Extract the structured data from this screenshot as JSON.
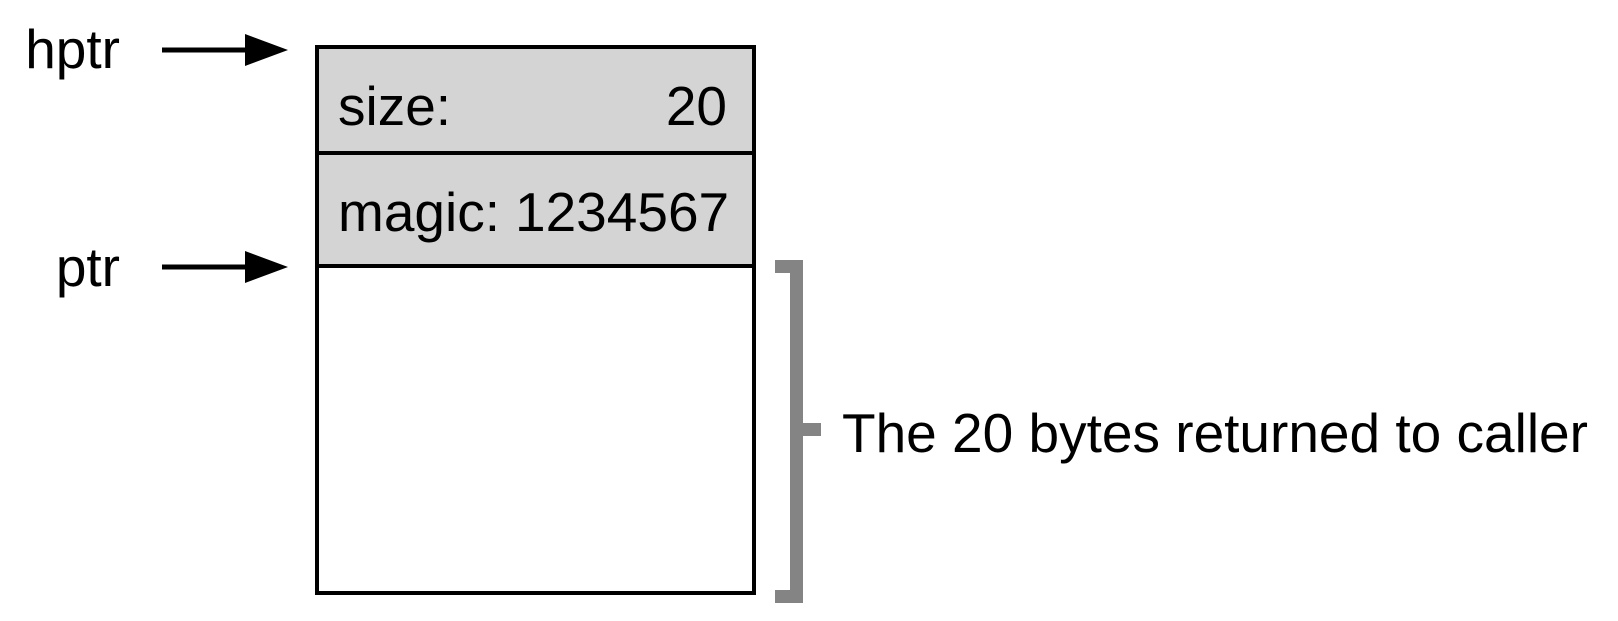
{
  "pointers": [
    {
      "label": "hptr"
    },
    {
      "label": "ptr"
    }
  ],
  "block": {
    "header_rows": [
      {
        "label": "size:",
        "value": "20"
      },
      {
        "label": "magic:",
        "value": "1234567"
      }
    ]
  },
  "annotation": "The 20 bytes returned to caller",
  "colors": {
    "background": "#ffffff",
    "text": "#000000",
    "border": "#000000",
    "header_fill": "#d4d4d4",
    "bracket": "#848484"
  }
}
